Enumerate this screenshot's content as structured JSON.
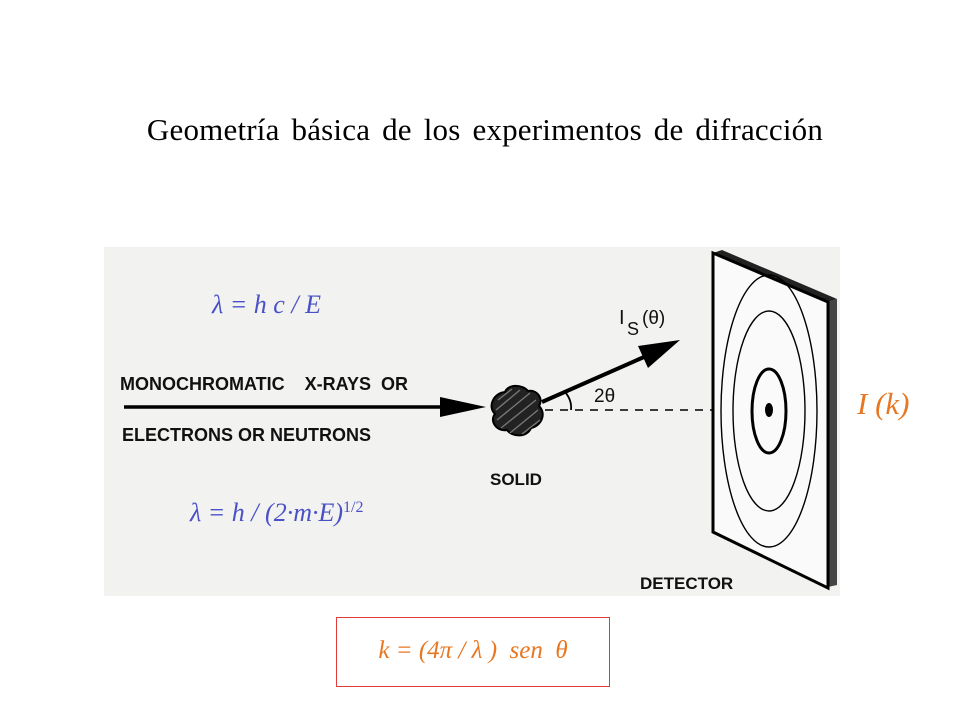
{
  "title": "Geometría básica de los experimentos de difracción",
  "photo": {
    "beam_label_line1": "MONOCHROMATIC    X-RAYS  OR",
    "beam_label_line2": "ELECTRONS OR NEUTRONS",
    "scattered_label_I": "I",
    "scattered_label_sub": "S",
    "scattered_label_arg": "(θ)",
    "angle_label": "2θ",
    "sample_label": "SOLID",
    "detector_label": "DETECTOR"
  },
  "equations": {
    "photon_wavelength": "λ = h c / E",
    "particle_wavelength": "λ = h / (2·m·E)",
    "particle_exponent": "1/2",
    "intensity": "I (k)",
    "wavevector": "k = (4π / λ )  sen  θ"
  },
  "colors": {
    "equation_blue": "#4a50c8",
    "equation_orange": "#e87722",
    "box_border": "#e03c3c",
    "photo_background": "#f2f2f0"
  }
}
